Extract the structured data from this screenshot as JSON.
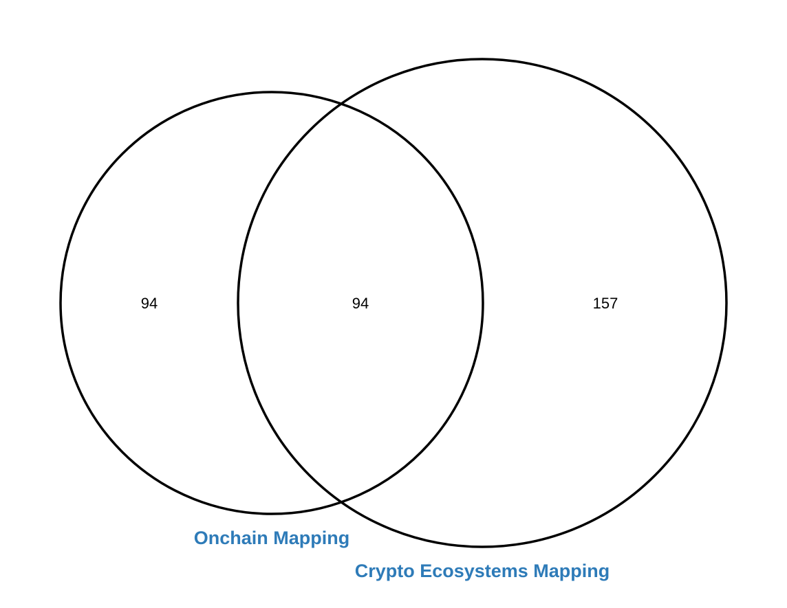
{
  "chart_data": {
    "type": "venn",
    "sets": [
      {
        "name": "Onchain Mapping",
        "size": 188
      },
      {
        "name": "Crypto Ecosystems Mapping",
        "size": 251
      }
    ],
    "regions": {
      "only_a": 94,
      "intersection": 94,
      "only_b": 157
    },
    "label_color": "#2e7bb8",
    "circle_stroke": "#000000"
  }
}
